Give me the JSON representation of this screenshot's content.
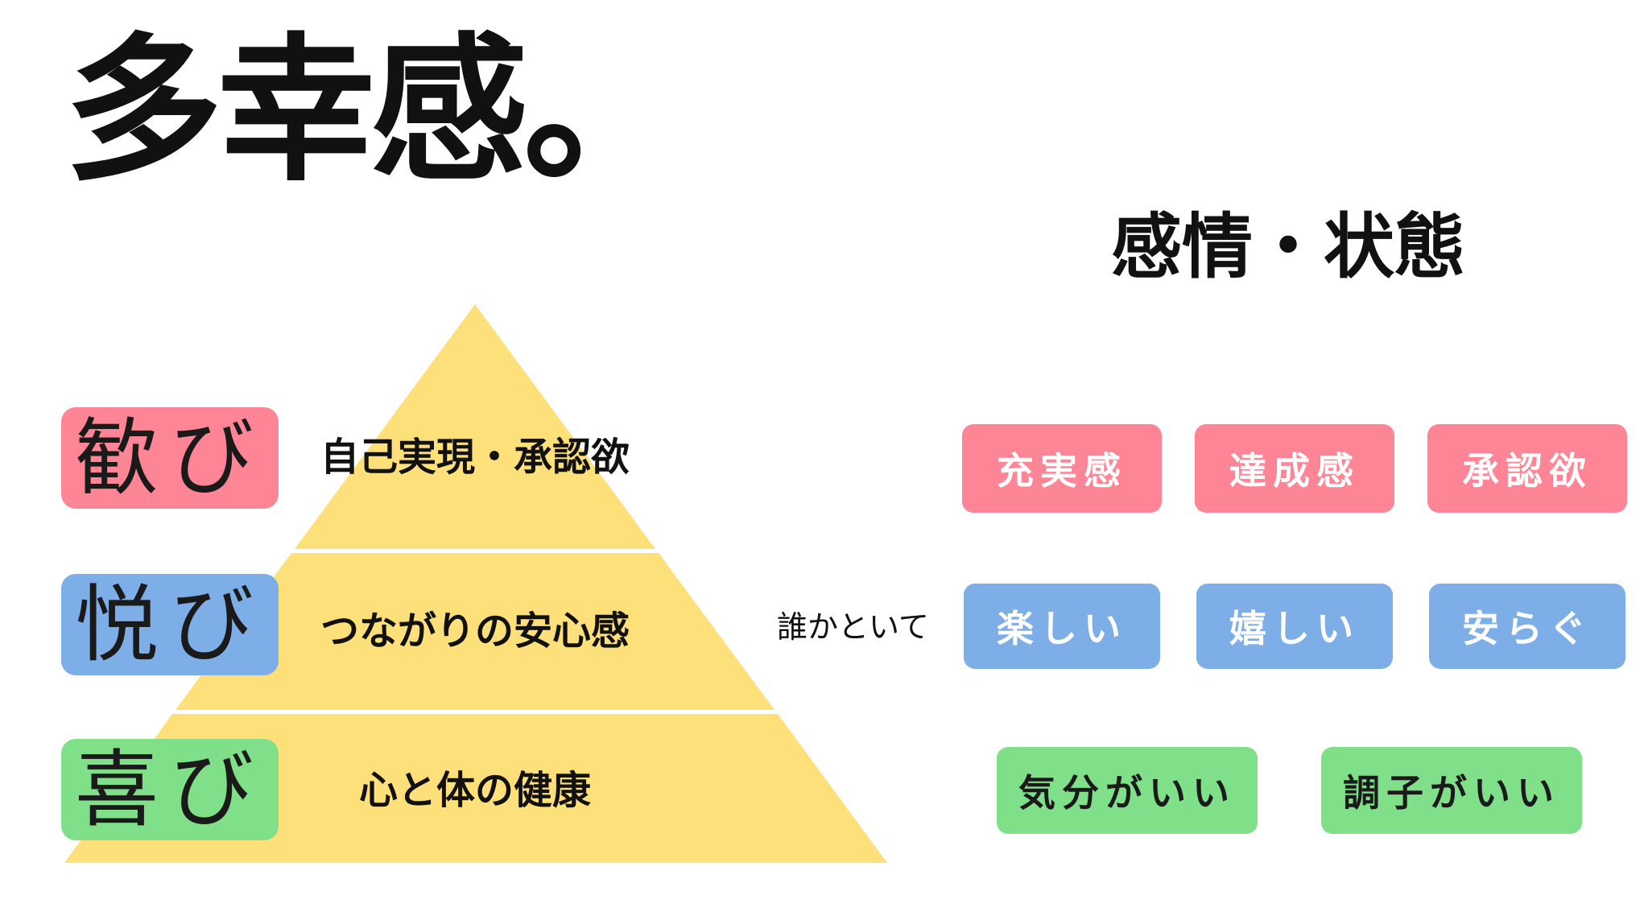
{
  "title": "多幸感。",
  "subtitle": "感情・状態",
  "colors": {
    "pink": "#fe8595",
    "blue": "#7eaee8",
    "green": "#80e08a",
    "pyramid": "#fde07a"
  },
  "levels": [
    {
      "badge": "歓び",
      "text": "自己実現・承認欲"
    },
    {
      "badge": "悦び",
      "text": "つながりの安心感"
    },
    {
      "badge": "喜び",
      "text": "心と体の健康"
    }
  ],
  "connector": "誰かといて",
  "tags": {
    "row1": [
      "充実感",
      "達成感",
      "承認欲"
    ],
    "row2": [
      "楽しい",
      "嬉しい",
      "安らぐ"
    ],
    "row3": [
      "気分がいい",
      "調子がいい"
    ]
  }
}
